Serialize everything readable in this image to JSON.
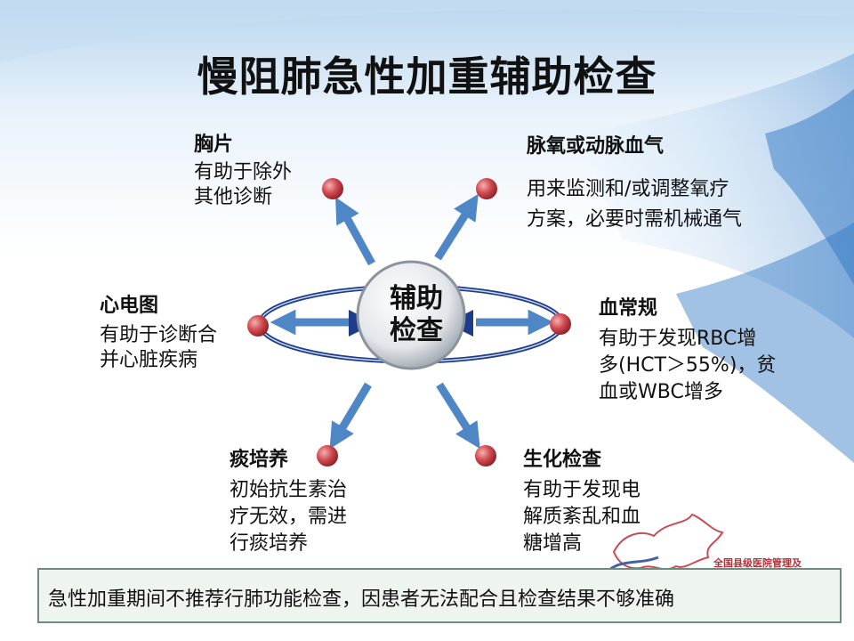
{
  "title": "慢阻肺急性加重辅助检查",
  "center": {
    "label": "辅助\n检查"
  },
  "nodes": [
    {
      "id": "chest-xray",
      "title": "胸片",
      "desc": "有助于除外\n其他诊断"
    },
    {
      "id": "blood-gas",
      "title": "脉氧或动脉血气",
      "desc": "用来监测和/或调整氧疗\n方案，必要时需机械通气"
    },
    {
      "id": "ecg",
      "title": "心电图",
      "desc": "有助于诊断合\n并心脏疾病"
    },
    {
      "id": "blood-routine",
      "title": "血常规",
      "desc": "有助于发现RBC增\n多(HCT＞55%)，贫\n血或WBC增多"
    },
    {
      "id": "sputum-culture",
      "title": "痰培养",
      "desc": "初始抗生素治\n疗无效，需进\n行痰培养"
    },
    {
      "id": "biochemistry",
      "title": "生化检查",
      "desc": "有助于发现电\n解质紊乱和血\n糖增高"
    }
  ],
  "note": "急性加重期间不推荐行肺功能检查，因患者无法配合且检查结果不够准确",
  "logo_text": "全国县级医院管理及",
  "colors": {
    "arrow": "#4f86c6",
    "ball": "#c8383f",
    "center_ring": "#1e3c8c",
    "note_border": "#6f8a82"
  }
}
